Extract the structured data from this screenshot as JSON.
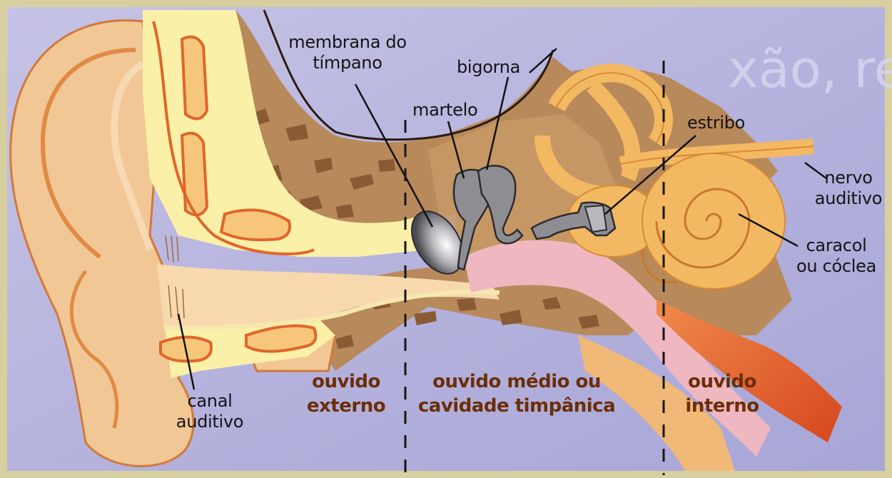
{
  "labels": {
    "eardrum": {
      "line1": "membrana do",
      "line2": "tímpano"
    },
    "incus": "bigorna",
    "malleus": "martelo",
    "stapes": "estribo",
    "auditory_nerve": {
      "line1": "nervo",
      "line2": "auditivo"
    },
    "cochlea": {
      "line1": "caracol",
      "line2": "ou cóclea"
    },
    "ear_canal": {
      "line1": "canal",
      "line2": "auditivo"
    }
  },
  "sections": {
    "outer": {
      "line1": "ouvido",
      "line2": "externo"
    },
    "middle": {
      "line1": "ouvido médio ou",
      "line2": "cavidade timpânica"
    },
    "inner": {
      "line1": "ouvido",
      "line2": "interno"
    }
  },
  "watermark": "xão, refração e",
  "colors": {
    "background": "#b9b6e0",
    "frame": "#d8cfa0",
    "skin": "#f1c795",
    "bone": "#b8895a",
    "cochlea": "#f3b862",
    "ossicles": "#8d8d92",
    "label_text": "#141414",
    "section_text": "#6b2e08"
  }
}
